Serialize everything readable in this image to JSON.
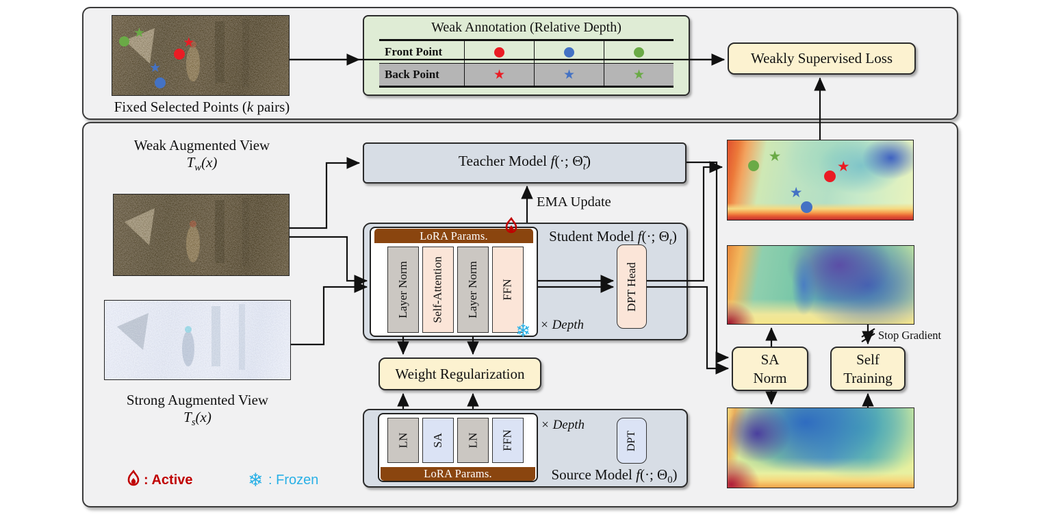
{
  "top": {
    "caption": {
      "pre": "Fixed Selected Points (",
      "var": "k",
      "post": " pairs)"
    },
    "table": {
      "title": "Weak Annotation (Relative Depth)",
      "row1_label": "Front Point",
      "row2_label": "Back Point",
      "front_symbol": "circle",
      "back_symbol": "star"
    },
    "loss": "Weakly Supervised Loss"
  },
  "left": {
    "weak_title": "Weak Augmented View",
    "weak_T": "T",
    "weak_sub": "w",
    "weak_args": "(x)",
    "strong_title": "Strong Augmented View",
    "strong_T": "T",
    "strong_sub": "s",
    "strong_args": "(x)"
  },
  "teacher": {
    "name": "Teacher Model ",
    "f": "f",
    "mid": "(·; ",
    "theta": "Θ̃",
    "sub": "t",
    "end": ")"
  },
  "student": {
    "name": "Student Model ",
    "f": "f",
    "mid": "(·; ",
    "theta": "Θ",
    "sub": "t",
    "end": ")"
  },
  "source": {
    "name": "Source Model ",
    "f": "f",
    "mid": "(·; ",
    "theta": "Θ",
    "sub": "0",
    "end": ")"
  },
  "ema": "EMA Update",
  "lora": "LoRA Params.",
  "student_blocks": [
    "Layer Norm",
    "Self-Attention",
    "Layer Norm",
    "FFN"
  ],
  "source_blocks": [
    "LN",
    "SA",
    "LN",
    "FFN"
  ],
  "dpt_head": "DPT Head",
  "dpt": "DPT",
  "depth_mult": "× Depth",
  "weight_reg": "Weight Regularization",
  "sa_norm": {
    "l1": "SA",
    "l2": "Norm"
  },
  "self_training": {
    "l1": "Self",
    "l2": "Training"
  },
  "stop_gradient": "Stop Gradient",
  "legend": {
    "active": ": Active",
    "frozen": ": Frozen"
  },
  "symbols": {
    "star": "★"
  },
  "colors": {
    "point_red": "#ea1c24",
    "point_blue": "#4472c4",
    "point_green": "#6aaa46",
    "active_red": "#c00000",
    "frozen_cyan": "#29b0e6",
    "panel_bg": "#f1f1f2",
    "model_box": "#d7dde5",
    "cream_box": "#fcf2d0",
    "green_table": "#dfecd5",
    "gray_row": "#b5b5b5",
    "lora_brown": "#8a450f"
  }
}
